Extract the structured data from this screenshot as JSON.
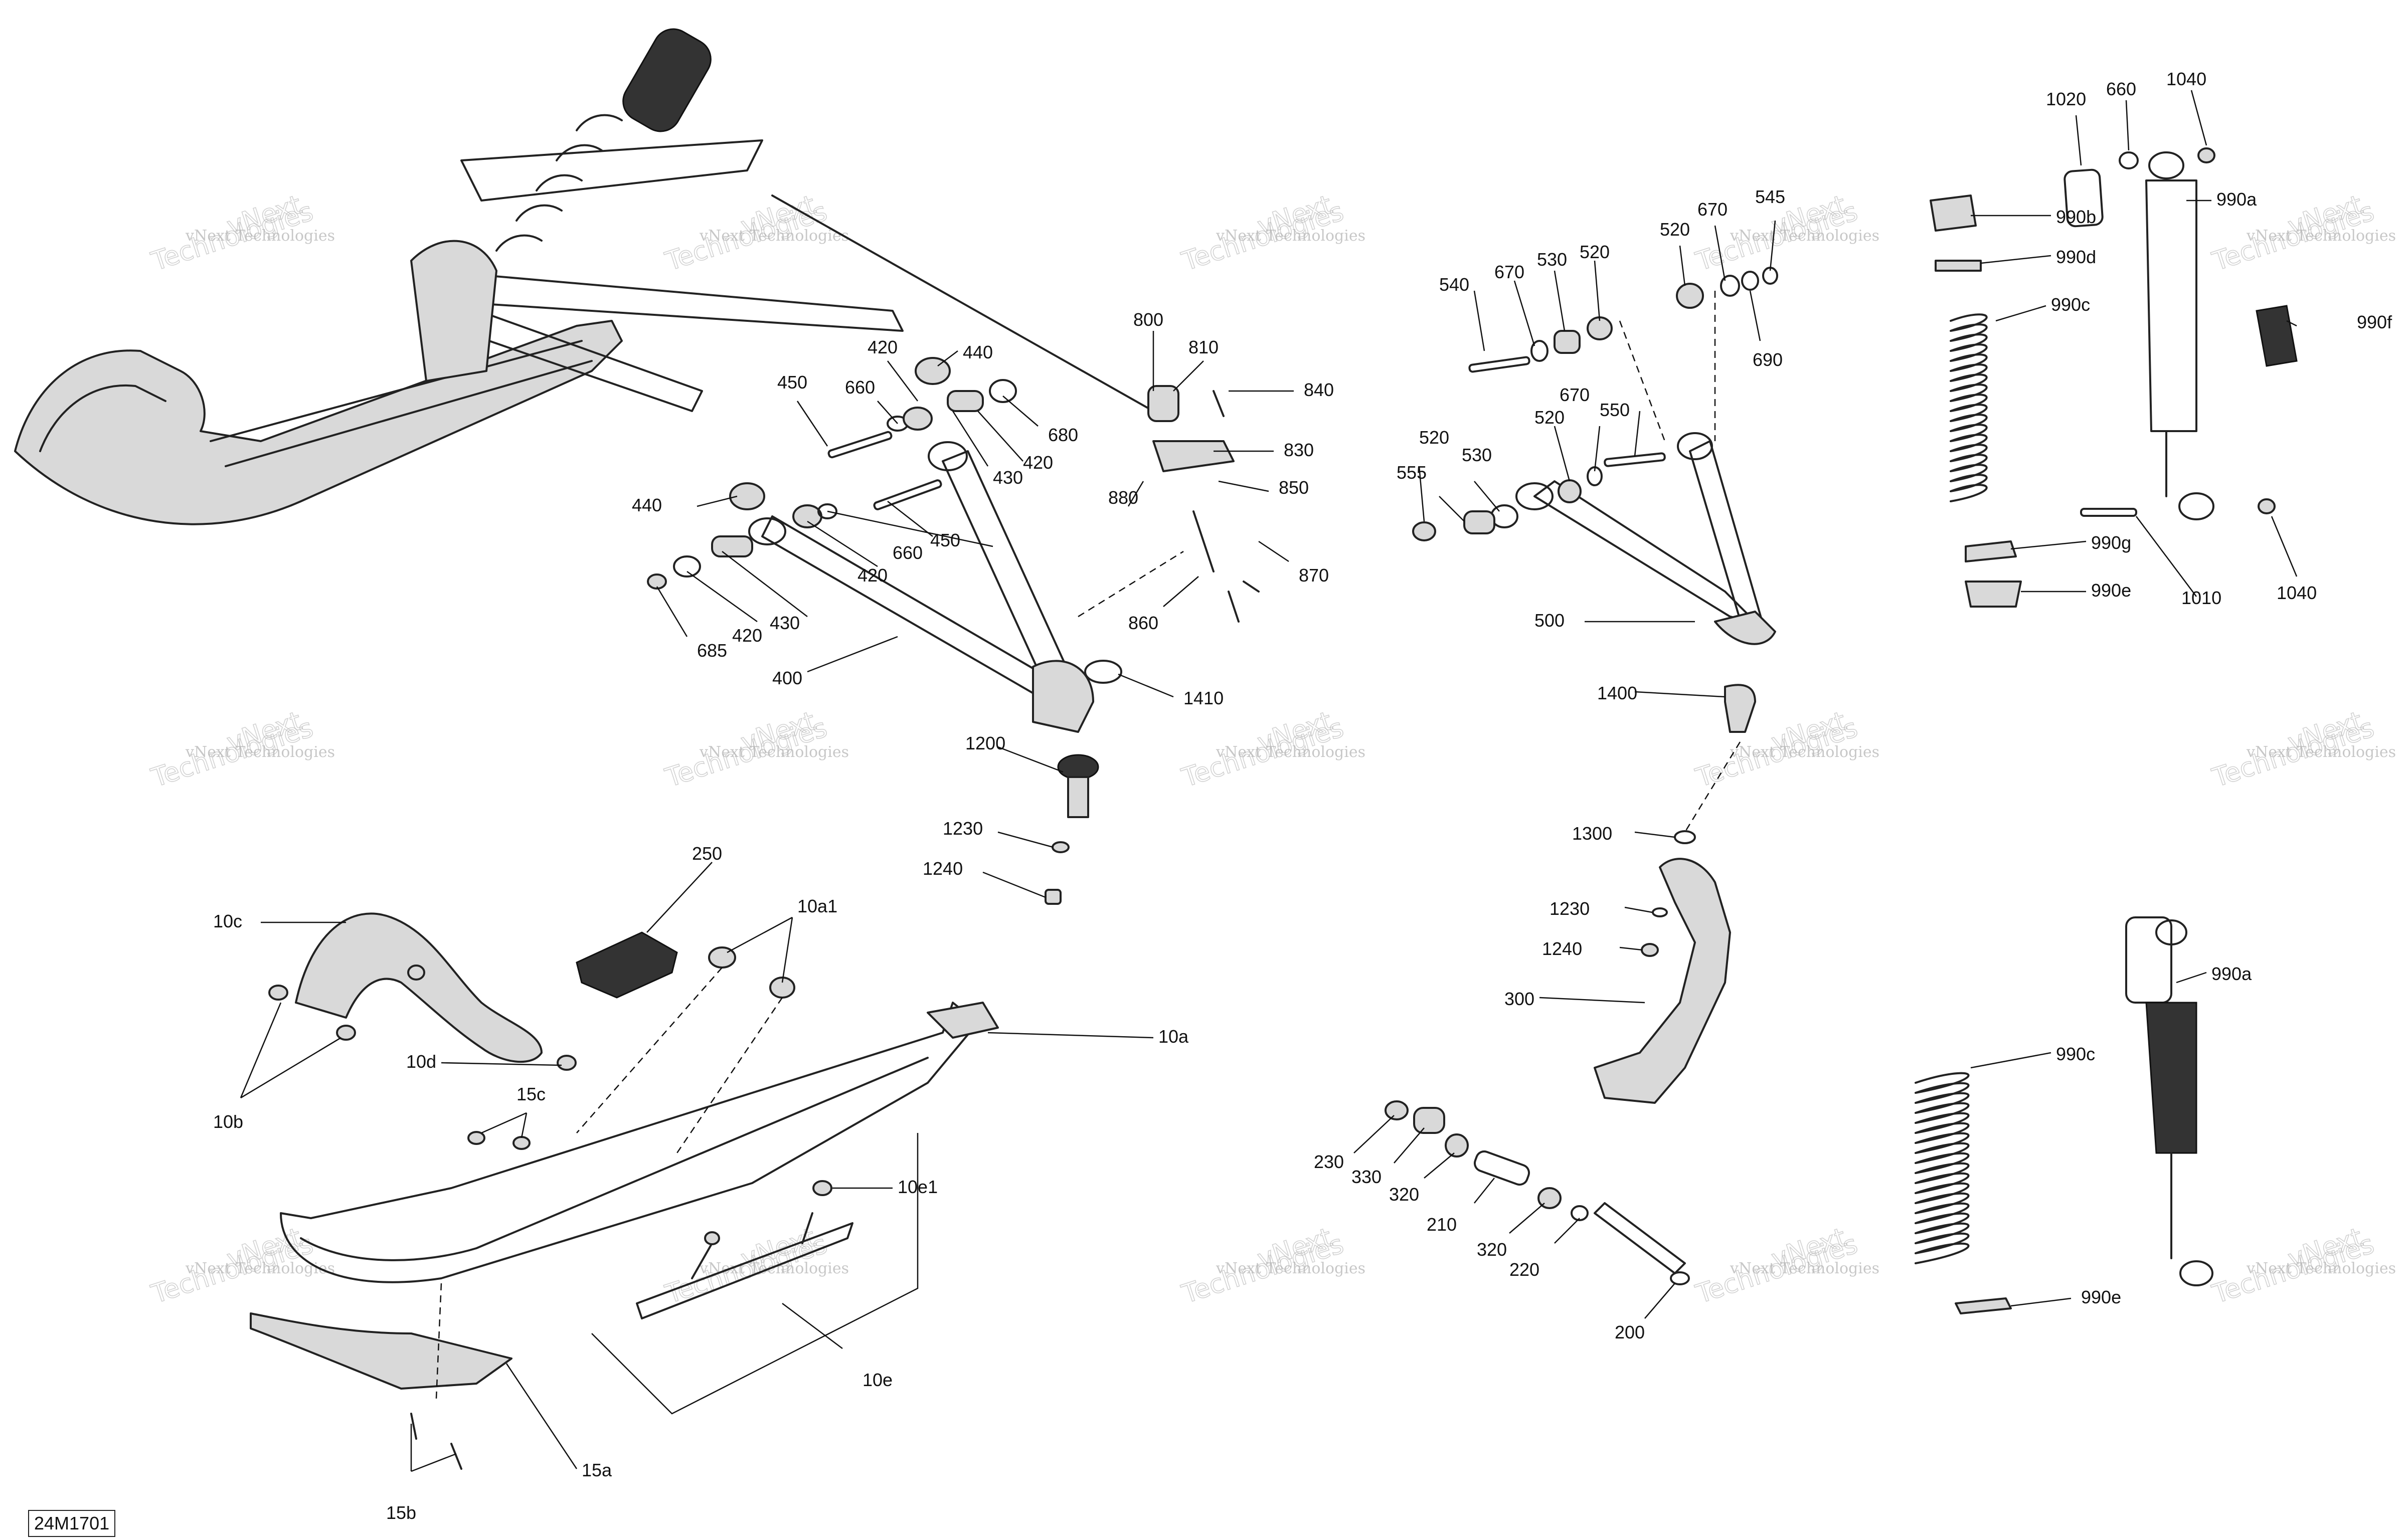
{
  "diagram_id": "24M1701",
  "watermark": {
    "line1": "vNext Technologies",
    "line2": "vNext",
    "line3": "Technologies"
  },
  "callouts": {
    "c800": "800",
    "c810": "810",
    "c840": "840",
    "c830": "830",
    "c850": "850",
    "c870": "870",
    "c860": "860",
    "c880": "880",
    "c450a": "450",
    "c660a": "660",
    "c420a": "420",
    "c440a": "440",
    "c680": "680",
    "c420b": "420",
    "c430a": "430",
    "c440b": "440",
    "c450b": "450",
    "c660b": "660",
    "c420c": "420",
    "c430b": "430",
    "c420d": "420",
    "c685": "685",
    "c400": "400",
    "c1410": "1410",
    "c1200": "1200",
    "c1230a": "1230",
    "c1240a": "1240",
    "c250": "250",
    "c10c": "10c",
    "c10a1": "10a1",
    "c10a": "10a",
    "c10d": "10d",
    "c10b": "10b",
    "c15c": "15c",
    "c10e1": "10e1",
    "c10e": "10e",
    "c15a": "15a",
    "c15b": "15b",
    "c540": "540",
    "c670a": "670",
    "c530a": "530",
    "c520a": "520",
    "c520b": "520",
    "c670b": "670",
    "c545": "545",
    "c690": "690",
    "c520c": "520",
    "c670c": "670",
    "c550": "550",
    "c520d": "520",
    "c555": "555",
    "c530b": "530",
    "c500": "500",
    "c1400": "1400",
    "c1300": "1300",
    "c1230b": "1230",
    "c1240b": "1240",
    "c300": "300",
    "c230": "230",
    "c330": "330",
    "c320a": "320",
    "c210": "210",
    "c320b": "320",
    "c220": "220",
    "c200": "200",
    "c1020": "1020",
    "c660c": "660",
    "c1040a": "1040",
    "c990a1": "990a",
    "c990b": "990b",
    "c990d": "990d",
    "c990c1": "990c",
    "c990f": "990f",
    "c990g": "990g",
    "c1010": "1010",
    "c1040b": "1040",
    "c990e1": "990e",
    "c990a2": "990a",
    "c990c2": "990c",
    "c990e2": "990e"
  }
}
